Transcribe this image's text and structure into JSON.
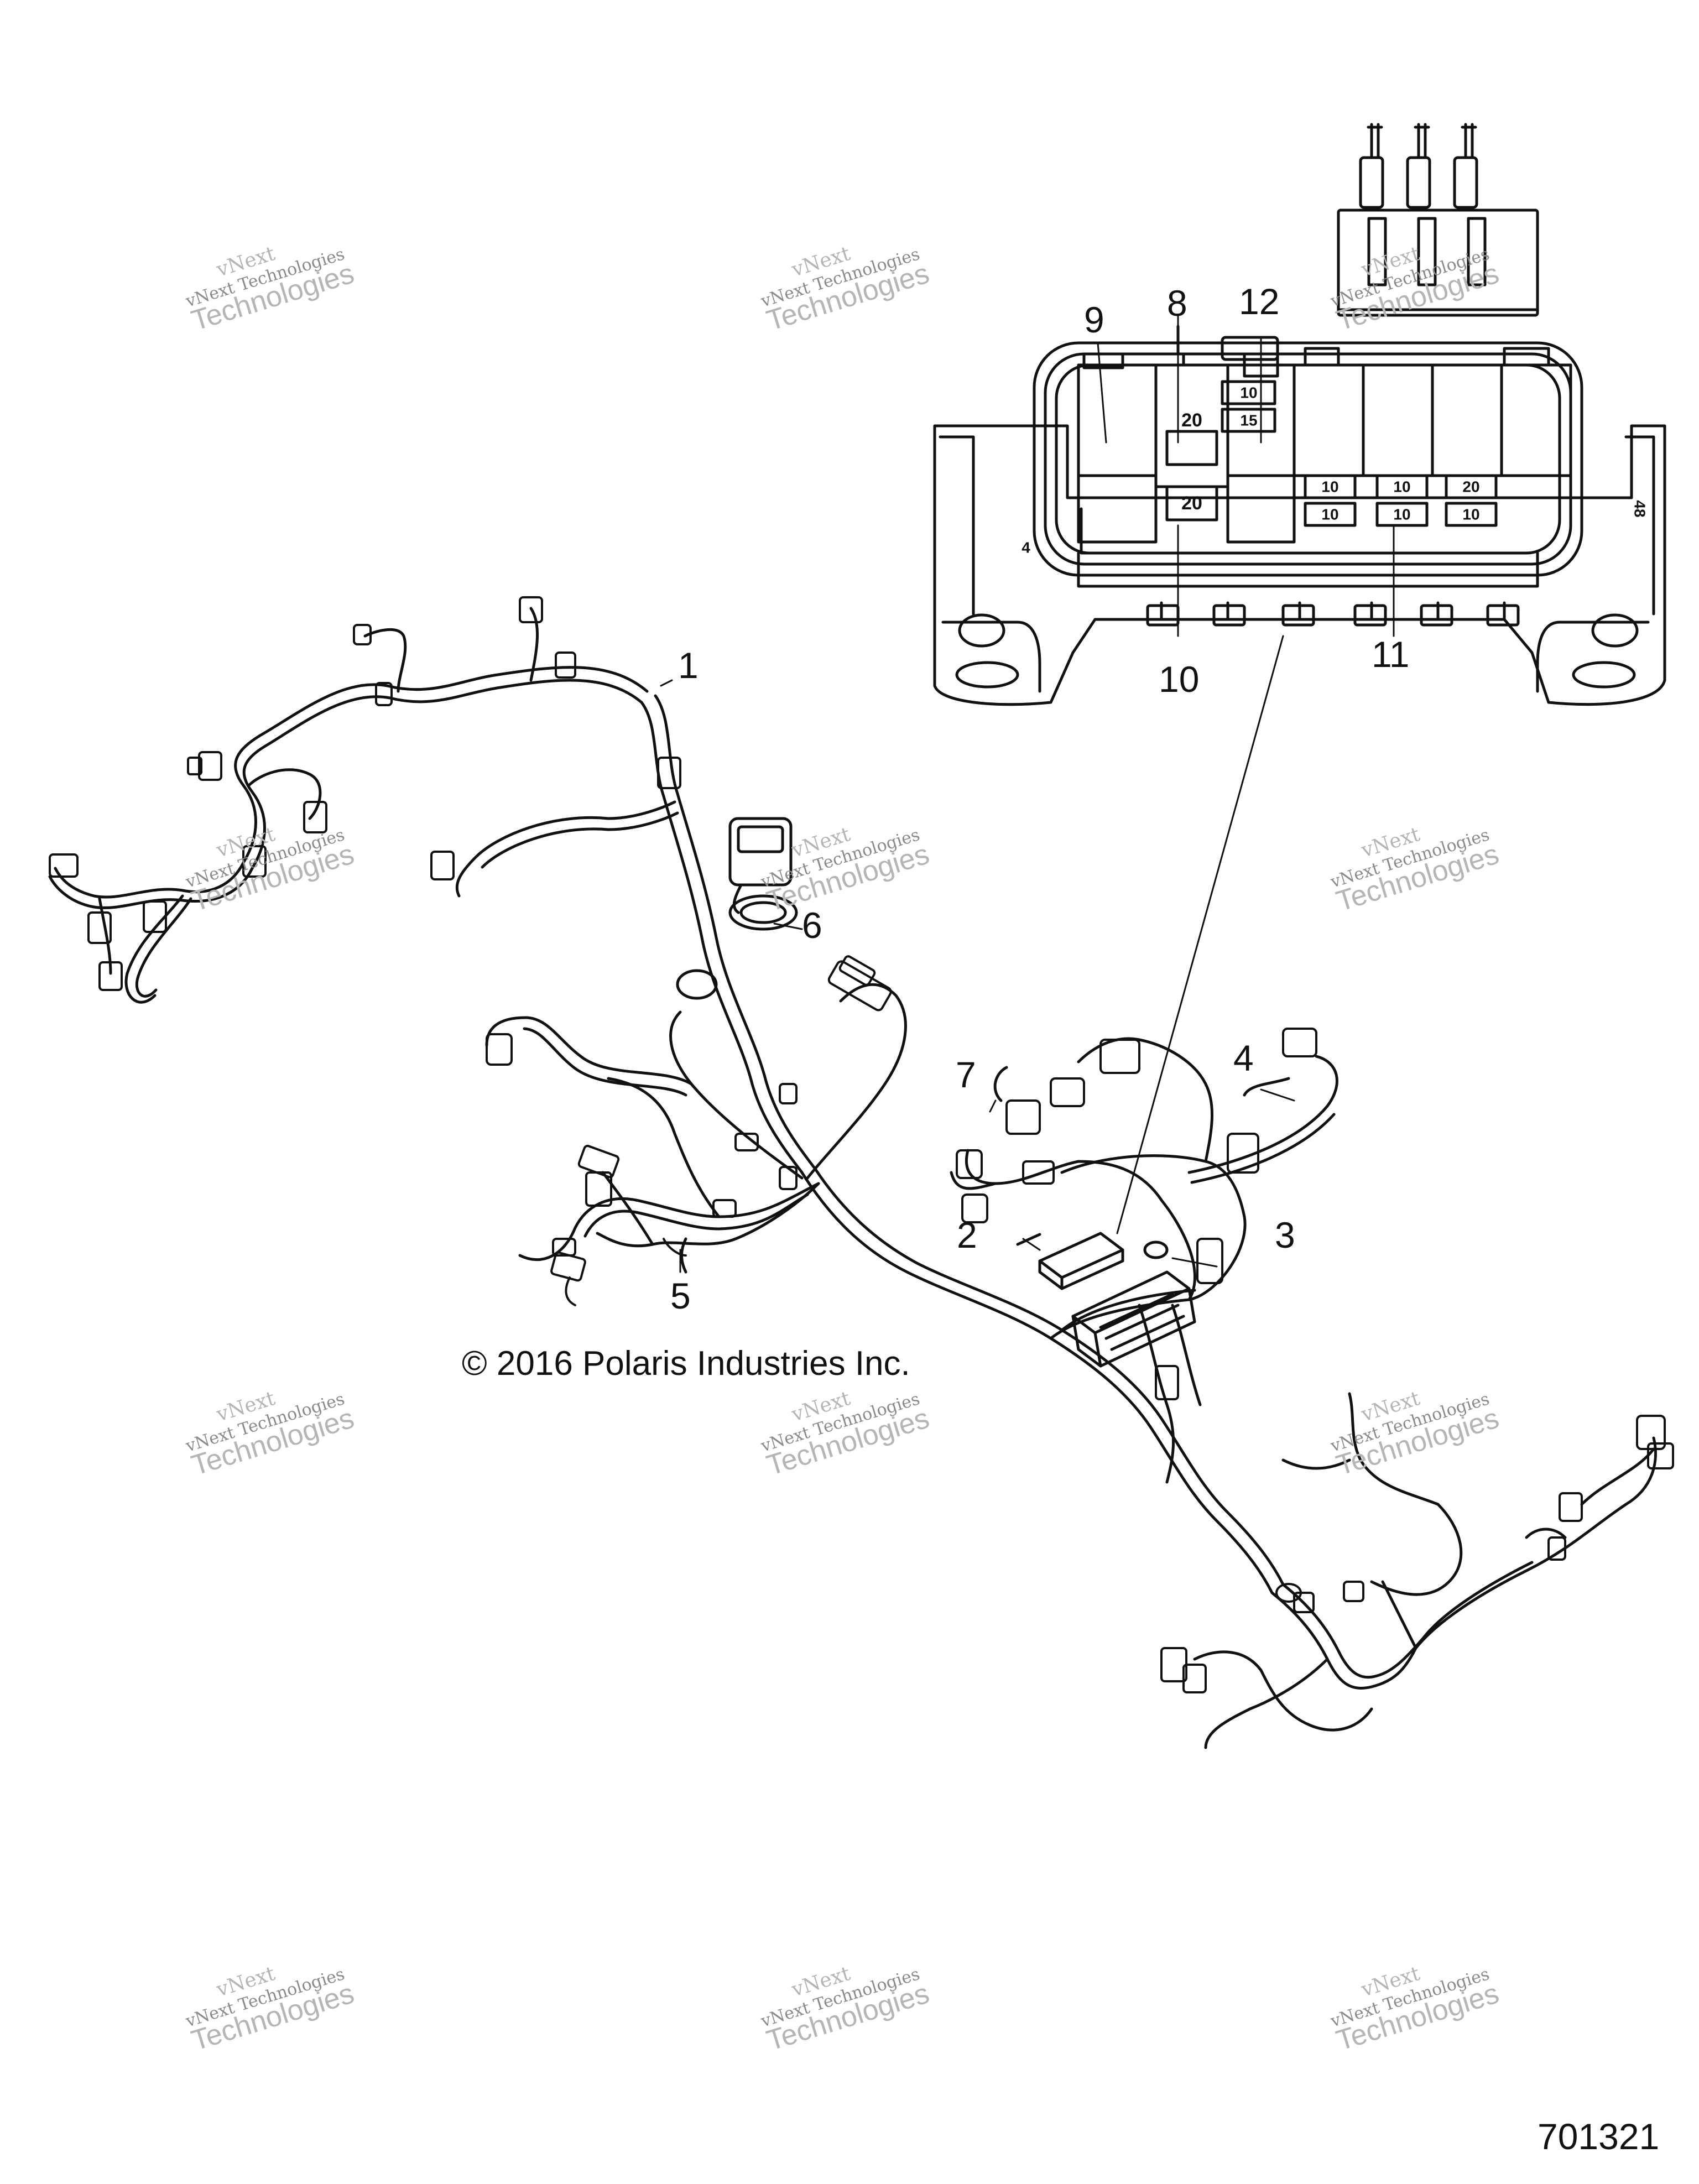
{
  "callouts": {
    "c1": "1",
    "c2": "2",
    "c3": "3",
    "c4": "4",
    "c5": "5",
    "c6": "6",
    "c7": "7",
    "c8": "8",
    "c9": "9",
    "c10": "10",
    "c11": "11",
    "c12": "12"
  },
  "fuse_box": {
    "fuse_labels": {
      "top_left": "20",
      "mid_left": "20",
      "top_center_a": "10",
      "top_center_b": "15",
      "row1": [
        "10",
        "10",
        "20"
      ],
      "row2": [
        "10",
        "10",
        "10"
      ]
    },
    "side_mark_left": "4",
    "side_mark_right": "48"
  },
  "copyright": "© 2016 Polaris Industries Inc.",
  "diagram_id": "701321",
  "watermark": {
    "line1": "vNext",
    "line2": "vNext Technologies",
    "line3": "Technologies"
  },
  "colors": {
    "line": "#111111",
    "watermark": "#b5b5b5",
    "background": "#ffffff"
  }
}
